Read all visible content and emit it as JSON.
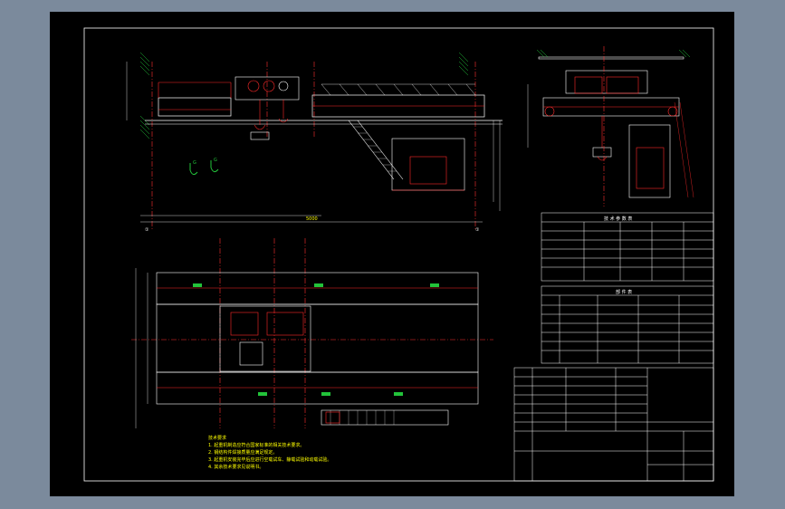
{
  "drawing": {
    "title": "",
    "layout_tab": "",
    "colors": {
      "background": "#000000",
      "outer": "#7b8a9c",
      "frame": "#2a4cff",
      "linework": "#ffffff",
      "structure": "#ff2a2a",
      "centerlines": "#ff3030",
      "annotation": "#22c33a",
      "dimension": "#ffff00",
      "cyan": "#00e5ff"
    },
    "notes_title": "技术要求",
    "notes": [
      "1. 起重机制造应符合国家标准的相关技术要求。",
      "2. 钢结构件焊接质量应满足规定。",
      "3. 起重机安装完毕后应进行空载试车、静载试验和动载试验。",
      "4. 其余技术要求见说明书。"
    ],
    "section_marker": "①",
    "hook_labels": [
      "G",
      "G"
    ],
    "param_table": {
      "title": "技 术 参 数 表"
    },
    "part_table": {
      "title": "部 件 表"
    },
    "title_block": {
      "name": "",
      "drawing_no": "",
      "scale": ""
    }
  }
}
